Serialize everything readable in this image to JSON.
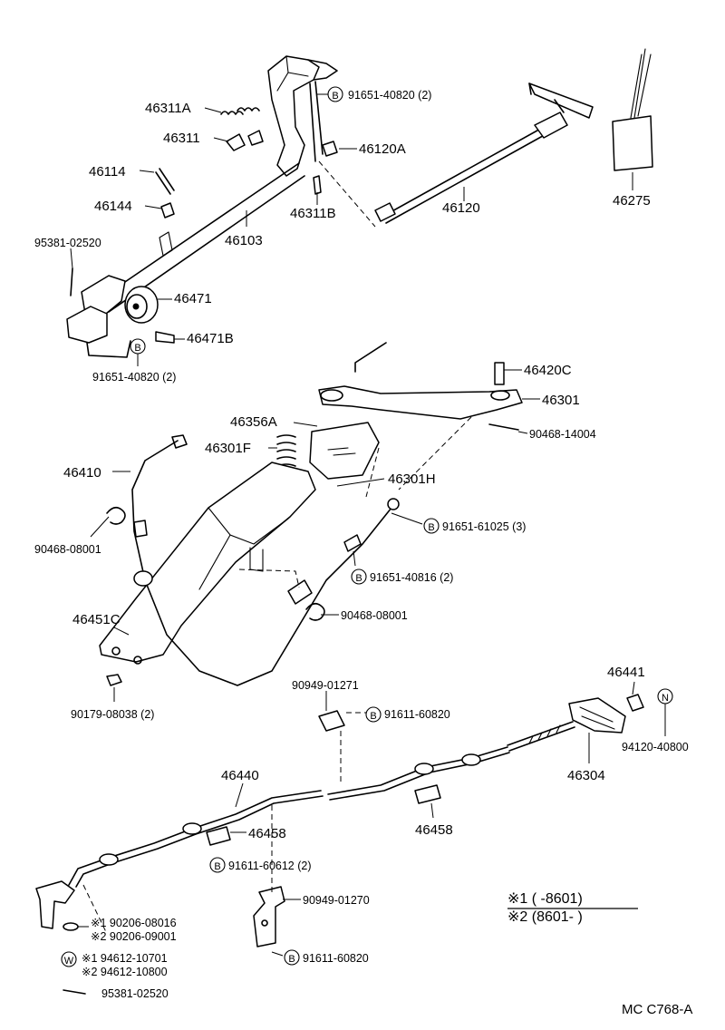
{
  "labels": {
    "p46311A": "46311A",
    "p46311": "46311",
    "p46114": "46114",
    "p46144": "46144",
    "p95381_02520_top": "95381-02520",
    "p46103": "46103",
    "p46471": "46471",
    "p46471B": "46471B",
    "p91651_40820_top": "91651-40820 (2)",
    "p91651_40820_bot": "91651-40820 (2)",
    "p46120A": "46120A",
    "p46311B": "46311B",
    "p46120": "46120",
    "p46275": "46275",
    "p46420C": "46420C",
    "p46301": "46301",
    "p90468_14004": "90468-14004",
    "p46356A": "46356A",
    "p46301F": "46301F",
    "p46301H": "46301H",
    "p46410": "46410",
    "p90468_08001_left": "90468-08001",
    "p91651_61025": "91651-61025 (3)",
    "p91651_40816": "91651-40816 (2)",
    "p90468_08001_right": "90468-08001",
    "p46451C": "46451C",
    "p90179_08038": "90179-08038 (2)",
    "p90949_01271": "90949-01271",
    "p91611_60820_top": "91611-60820",
    "p46441": "46441",
    "p94120_40800": "94120-40800",
    "p46304": "46304",
    "p46440": "46440",
    "p46458_left": "46458",
    "p46458_right": "46458",
    "p91611_60612": "91611-60612 (2)",
    "p90949_01270": "90949-01270",
    "p91611_60820_bot": "91611-60820",
    "p90206_08016": "※1 90206-08016",
    "p90206_09001": "※2 90206-09001",
    "p94612_10701": "※1 94612-10701",
    "p94612_10800": "※2 94612-10800",
    "p95381_02520_bot": "95381-02520"
  },
  "markers": {
    "B": "B",
    "N": "N",
    "W": "W"
  },
  "legend": {
    "row1": "※1 (        -8601)",
    "row2": "※2 (8601-        )"
  },
  "footer": {
    "code": "MC  C768-A"
  },
  "colors": {
    "ink": "#000000",
    "paper": "#ffffff"
  }
}
